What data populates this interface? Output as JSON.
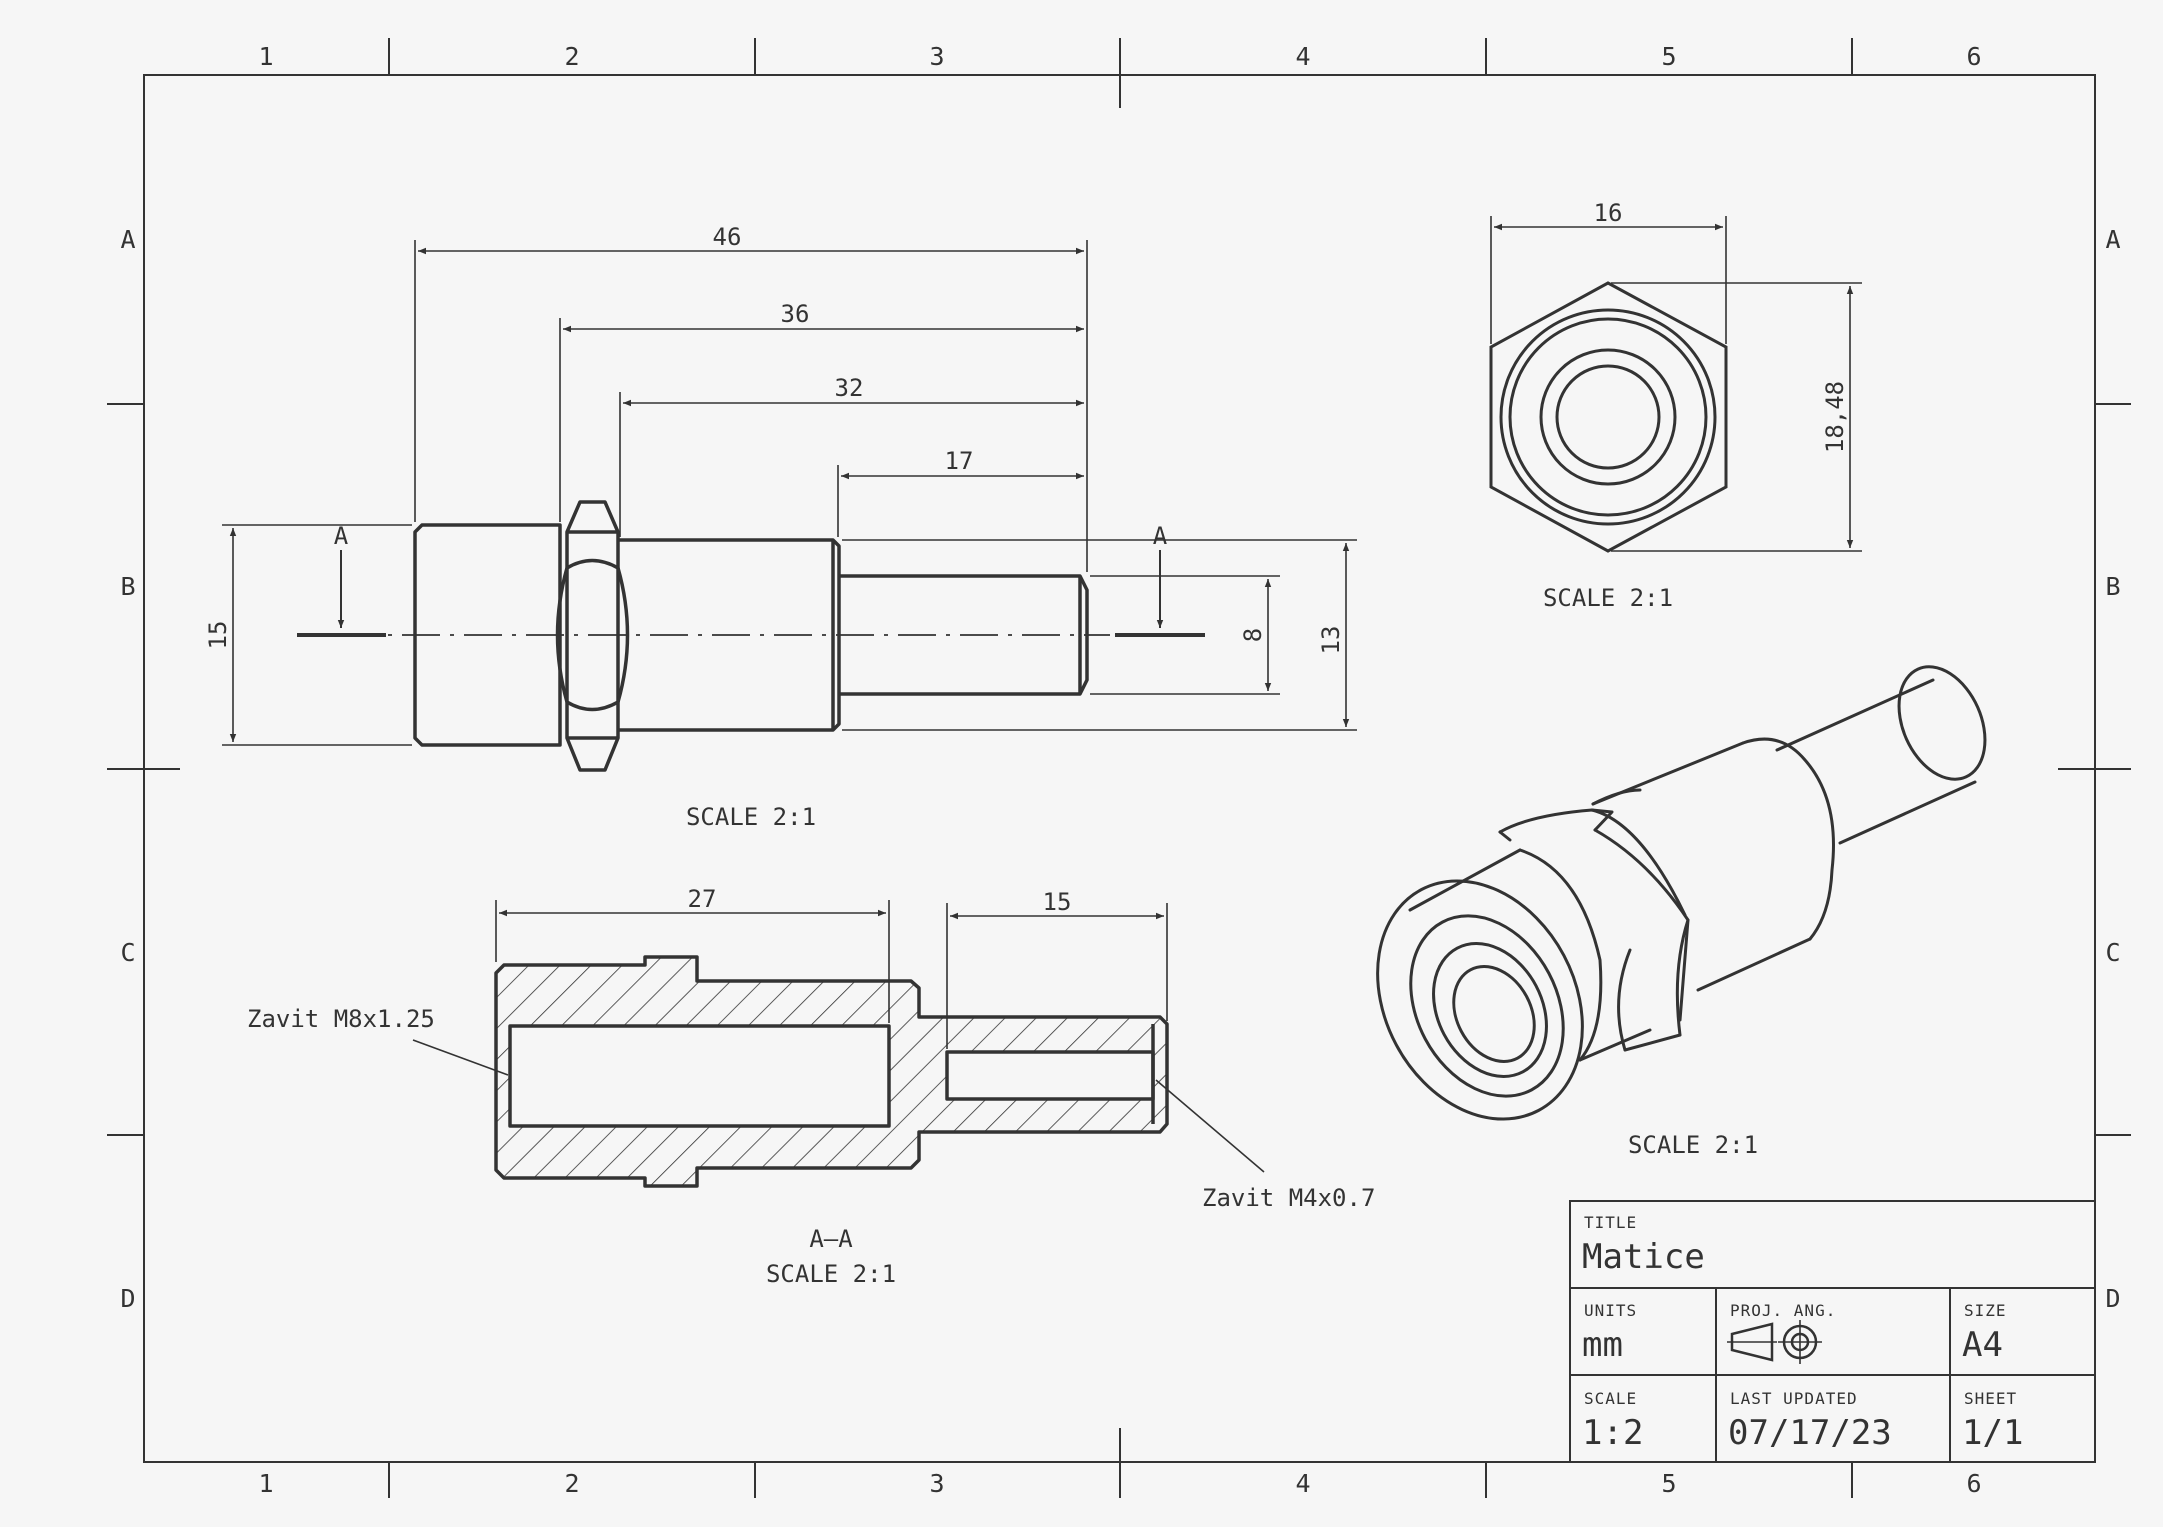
{
  "zones": {
    "columns": [
      "1",
      "2",
      "3",
      "4",
      "5",
      "6"
    ],
    "rows": [
      "A",
      "B",
      "C",
      "D"
    ]
  },
  "front_view": {
    "dims": {
      "d46": "46",
      "d36": "36",
      "d32": "32",
      "d17": "17",
      "d15": "15",
      "d8": "8",
      "d13": "13"
    },
    "section_mark": "A",
    "scale": "SCALE 2:1"
  },
  "top_view": {
    "dims": {
      "across_flats": "16",
      "across_corners": "18,48"
    },
    "scale": "SCALE 2:1"
  },
  "section_view": {
    "dims": {
      "d27": "27",
      "d15": "15"
    },
    "thread_big": "Zavit M8x1.25",
    "thread_small": "Zavit M4x0.7",
    "name": "A–A",
    "scale": "SCALE 2:1"
  },
  "iso_view": {
    "scale": "SCALE 2:1"
  },
  "title_block": {
    "title_label": "TITLE",
    "title": "Matice",
    "units_label": "UNITS",
    "units": "mm",
    "proj_label": "PROJ. ANG.",
    "size_label": "SIZE",
    "size": "A4",
    "scale_label": "SCALE",
    "scale": "1:2",
    "updated_label": "LAST UPDATED",
    "updated": "07/17/23",
    "sheet_label": "SHEET",
    "sheet": "1/1"
  },
  "colors": {
    "line": "#333333",
    "background": "#f6f6f6"
  }
}
